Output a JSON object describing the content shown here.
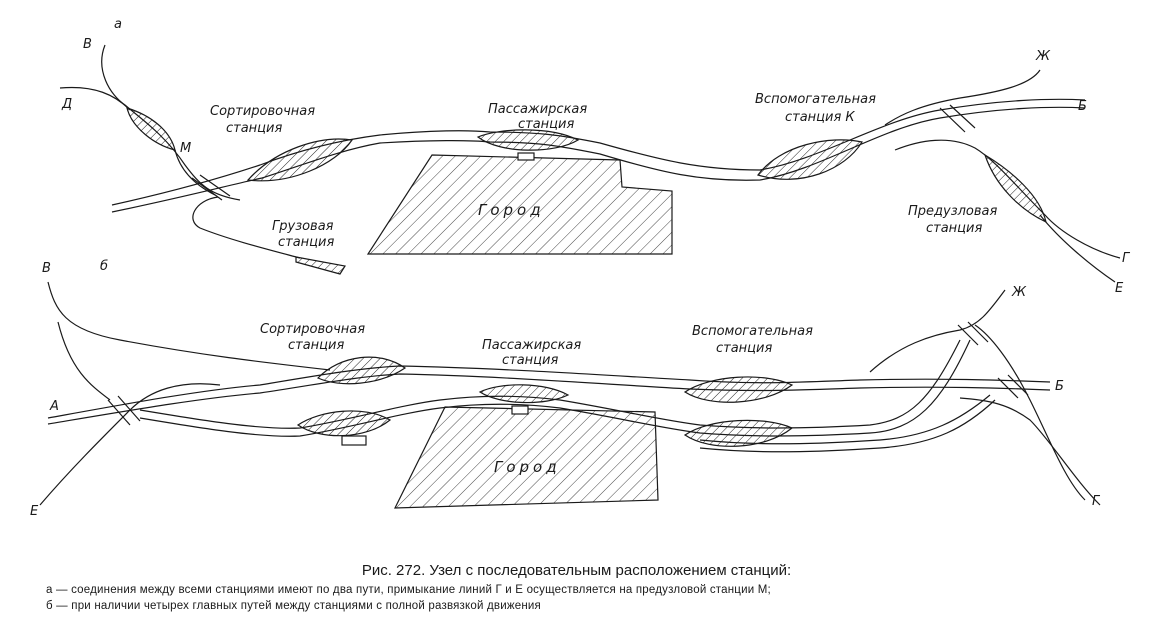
{
  "diagram_a": {
    "panel_letter": "а",
    "lines": {
      "v": "В",
      "d": "Д",
      "b": "Б",
      "zh": "Ж",
      "g": "Г",
      "e": "Е"
    },
    "junction_m": "М",
    "sorting_station": [
      "Сортировочная",
      "станция"
    ],
    "passenger_station": [
      "Пассажирская",
      "станция"
    ],
    "auxiliary_station": [
      "Вспомогательная",
      "станция К"
    ],
    "pre_junction_station": [
      "Предузловая",
      "станция"
    ],
    "freight_station": [
      "Грузовая",
      "станция"
    ],
    "city": "Город"
  },
  "diagram_b": {
    "panel_letter": "б",
    "lines": {
      "v": "В",
      "a": "А",
      "e": "Е",
      "zh": "Ж",
      "b": "Б",
      "g": "Г"
    },
    "sorting_station": [
      "Сортировочная",
      "станция"
    ],
    "passenger_station": [
      "Пассажирская",
      "станция"
    ],
    "auxiliary_station": [
      "Вспомогательная",
      "станция"
    ],
    "city": "Город"
  },
  "caption": {
    "title": "Рис. 272. Узел с последовательным расположением станций:",
    "line_a": "а — соединения между всеми станциями имеют по два пути, примыкание линий Г и Е осуществляется на предузловой станции М;",
    "line_b": "б — при наличии четырех главных путей между станциями с полной развязкой движения"
  }
}
